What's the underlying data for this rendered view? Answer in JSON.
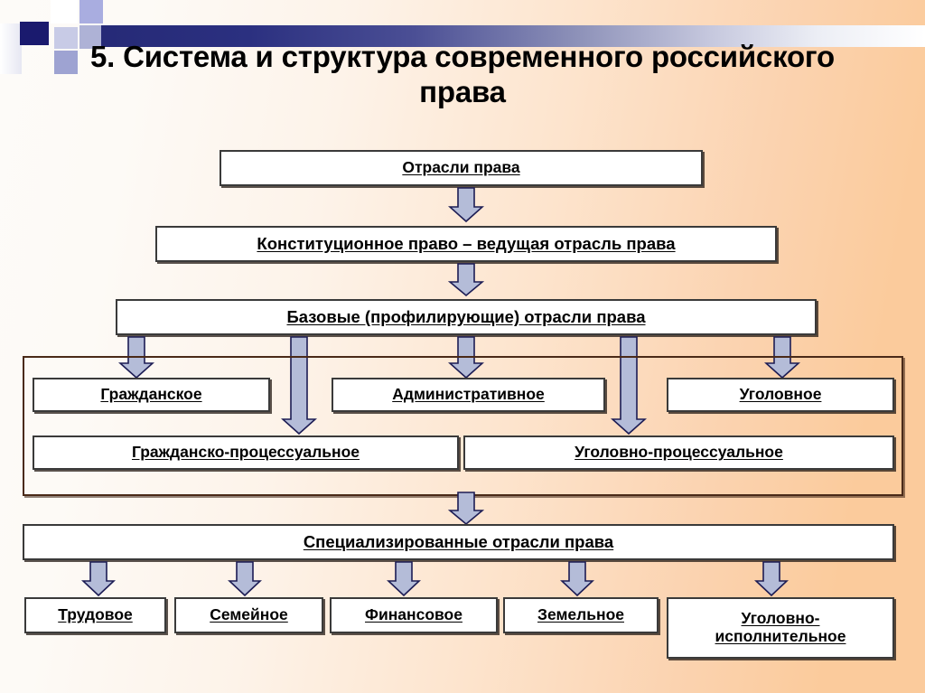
{
  "slide": {
    "title": "5. Система и структура современного российского права",
    "background_left": "#fdfbf8",
    "background_right": "#fbcb9c",
    "accent_dark_blue": "#1a1a6e",
    "accent_light_blue": "#a9ade0",
    "arrow_fill": "#b4bcd8",
    "arrow_stroke": "#1c1c54",
    "box_border": "#3a3a3a",
    "group_border": "#4a2a18"
  },
  "boxes": {
    "level1": "Отрасли права",
    "level2": "Конституционное право – ведущая отрасль права",
    "level3": "Базовые (профилирующие) отрасли права",
    "base_row1": [
      "Гражданское",
      "Административное",
      "Уголовное"
    ],
    "base_row2": [
      "Гражданско-процессуальное",
      "Уголовно-процессуальное"
    ],
    "level4": "Специализированные отрасли права",
    "special_row": [
      "Трудовое",
      "Семейное",
      "Финансовое",
      "Земельное",
      "Уголовно-\nисполнительное"
    ]
  },
  "arrows": {
    "count_top": 3,
    "count_base_fan": 5,
    "count_to_special": 1,
    "count_special_fan": 5,
    "direction": "down"
  }
}
